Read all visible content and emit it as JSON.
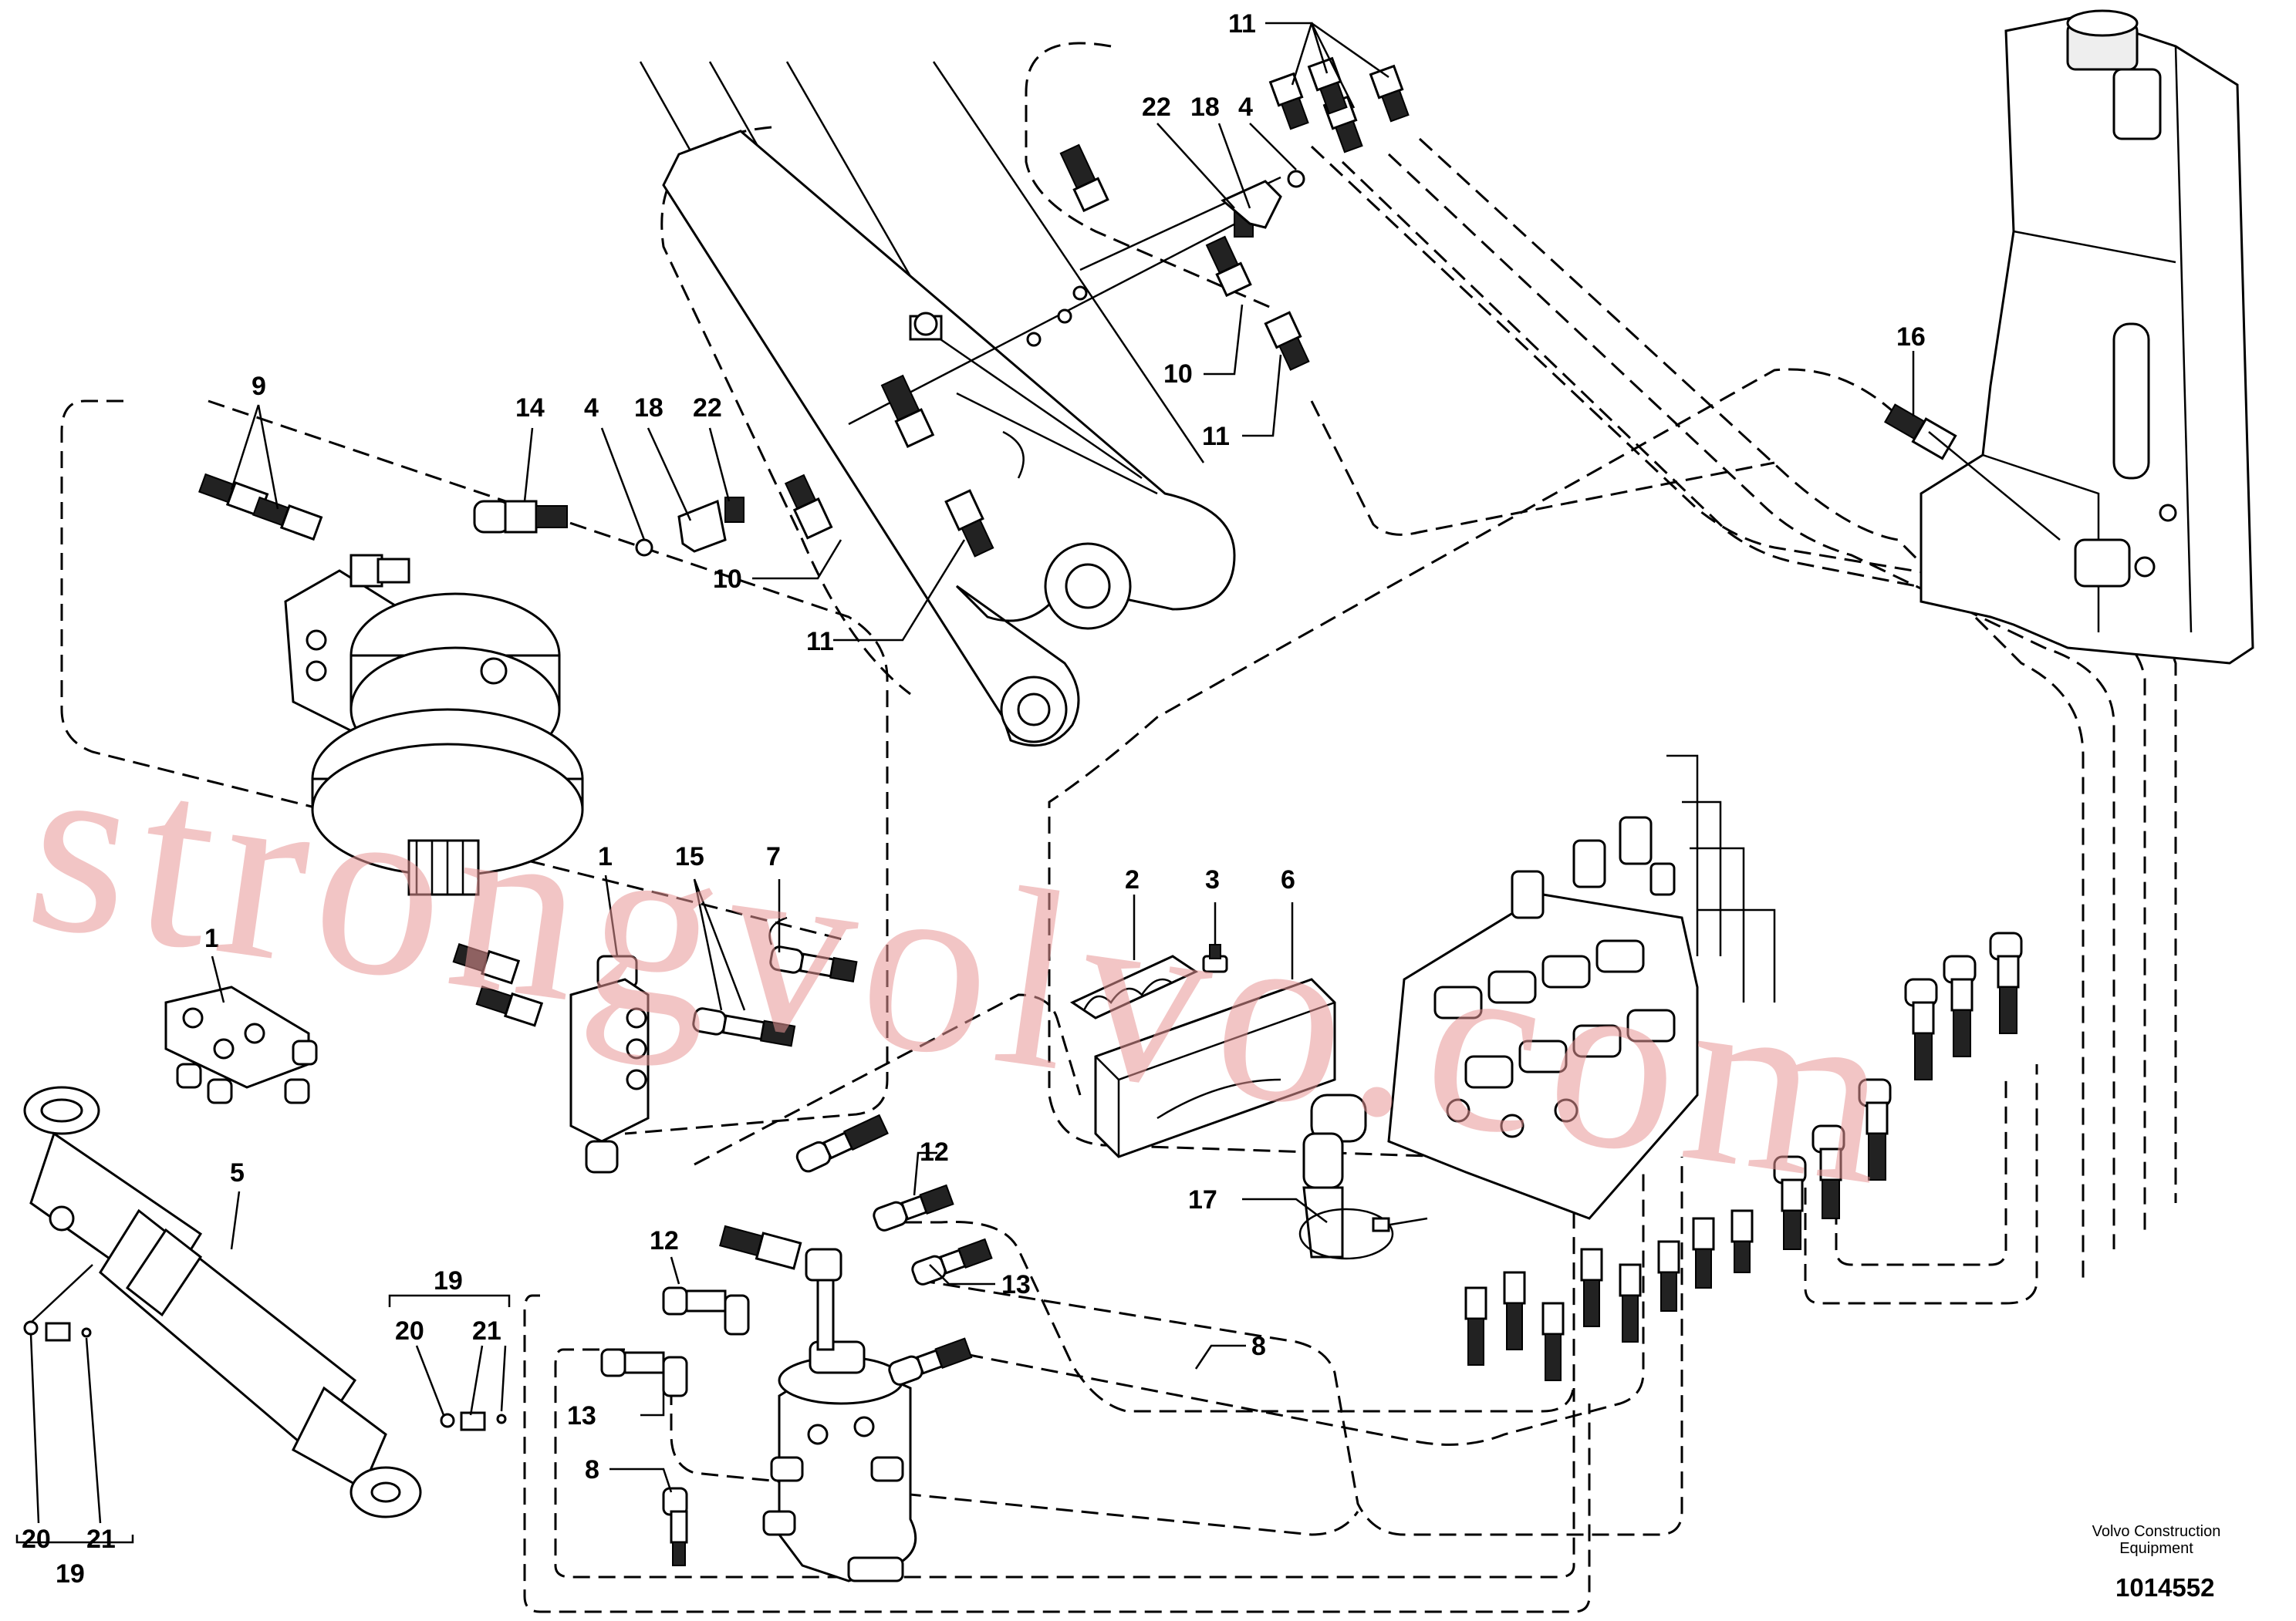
{
  "callouts": {
    "c11_top": "11",
    "c22_top": "22",
    "c18_top": "18",
    "c4_top": "4",
    "c9": "9",
    "c14": "14",
    "c4_mid": "4",
    "c18_mid": "18",
    "c22_mid": "22",
    "c10_mid": "10",
    "c10_right": "10",
    "c11_right": "11",
    "c11_mid": "11",
    "c16": "16",
    "c1_valve": "1",
    "c15": "15",
    "c7": "7",
    "c1_left": "1",
    "c2": "2",
    "c3": "3",
    "c6": "6",
    "c5": "5",
    "c17": "17",
    "c12_a": "12",
    "c12_b": "12",
    "c13_a": "13",
    "c13_b": "13",
    "c8_a": "8",
    "c8_b": "8",
    "c19_right": "19",
    "c20_right": "20",
    "c21_right": "21",
    "c20_left": "20",
    "c21_left": "21",
    "c19_left": "19"
  },
  "watermark": "strongvolvo.com",
  "manufacturer_line1": "Volvo Construction",
  "manufacturer_line2": "Equipment",
  "drawing_number": "1014552"
}
